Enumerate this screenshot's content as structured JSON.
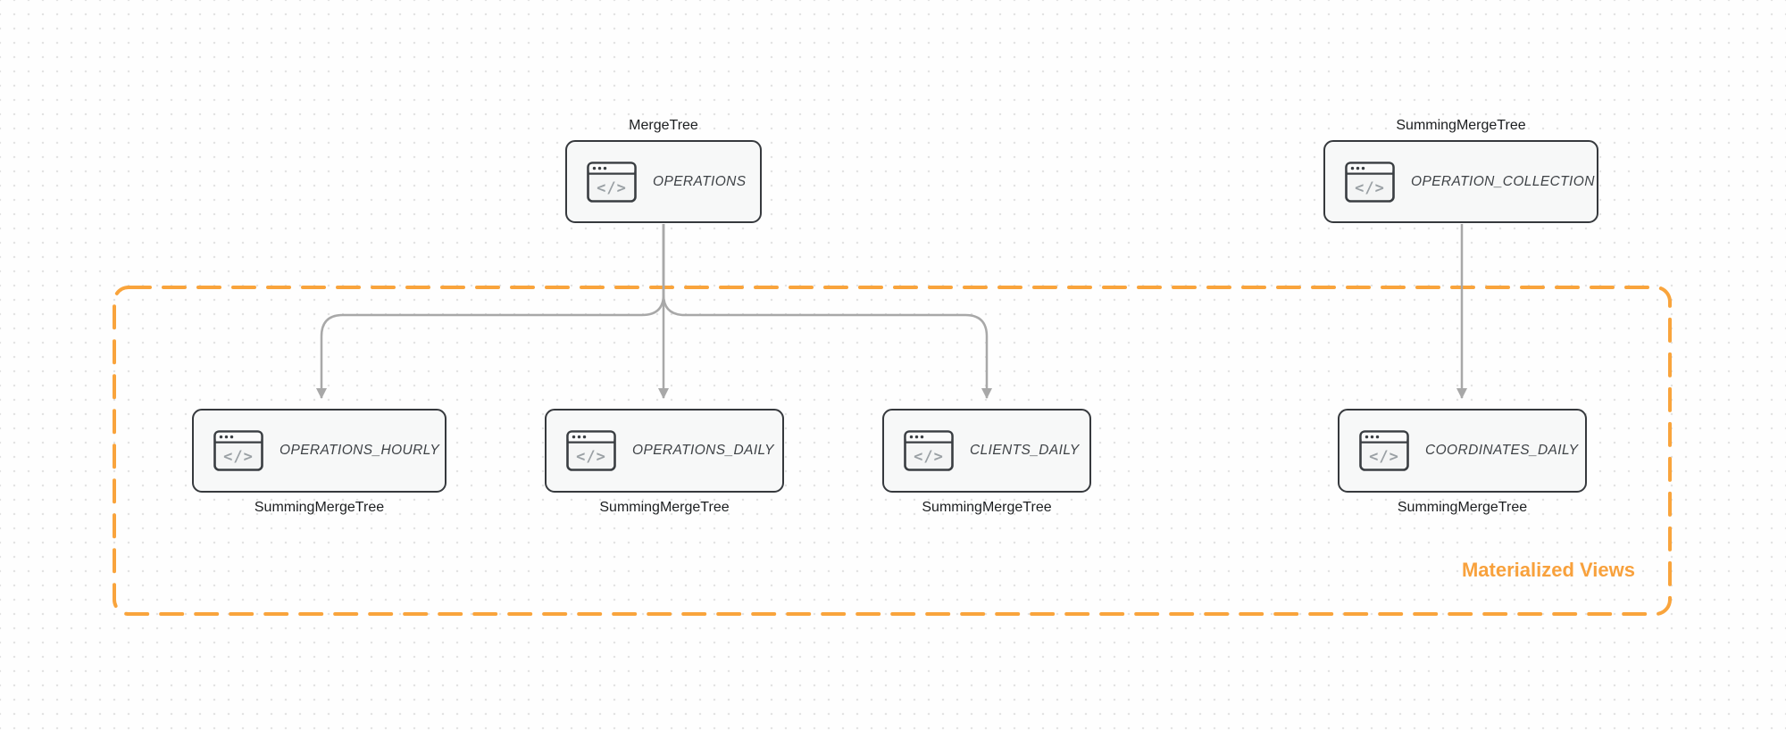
{
  "diagram": {
    "group": {
      "label": "Materialized Views",
      "border_color": "#f9a43c",
      "label_color": "#f8a13c"
    },
    "nodes": [
      {
        "id": "operations",
        "name": "OPERATIONS",
        "engine": "MergeTree",
        "engine_position": "above"
      },
      {
        "id": "operation_collection",
        "name": "OPERATION_COLLECTION",
        "engine": "SummingMergeTree",
        "engine_position": "above"
      },
      {
        "id": "operations_hourly",
        "name": "OPERATIONS_HOURLY",
        "engine": "SummingMergeTree",
        "engine_position": "below"
      },
      {
        "id": "operations_daily",
        "name": "OPERATIONS_DAILY",
        "engine": "SummingMergeTree",
        "engine_position": "below"
      },
      {
        "id": "clients_daily",
        "name": "CLIENTS_DAILY",
        "engine": "SummingMergeTree",
        "engine_position": "below"
      },
      {
        "id": "coordinates_daily",
        "name": "COORDINATES_DAILY",
        "engine": "SummingMergeTree",
        "engine_position": "below"
      }
    ],
    "edges": [
      {
        "from": "operations",
        "to": "operations_hourly"
      },
      {
        "from": "operations",
        "to": "operations_daily"
      },
      {
        "from": "operations",
        "to": "clients_daily"
      },
      {
        "from": "operation_collection",
        "to": "coordinates_daily"
      }
    ],
    "icon": {
      "name": "code-window-icon",
      "glyph": "</>"
    },
    "colors": {
      "edge": "#a8a8a8",
      "node_border": "#36393d",
      "node_fill": "#f7f8f8",
      "node_title": "#3e4246",
      "engine_label": "#1b1d1f",
      "background_dots": "#e3e3e3"
    }
  }
}
